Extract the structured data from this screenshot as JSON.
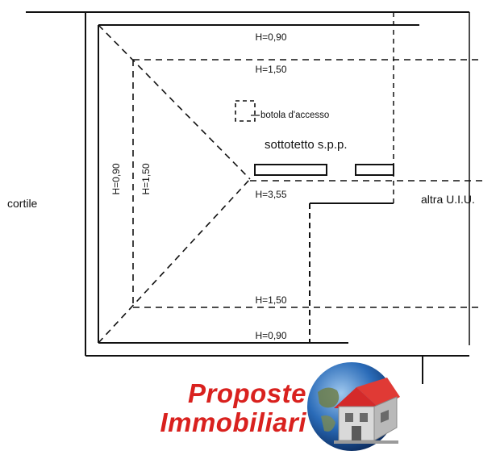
{
  "plan": {
    "labels": {
      "h_top_outer": "H=0,90",
      "h_top_inner": "H=1,50",
      "access_hatch": "botola d'accesso",
      "room_name": "sottotetto s.p.p.",
      "h_left_outer": "H=0,90",
      "h_left_inner": "H=1,50",
      "h_apex": "H=3,55",
      "courtyard": "cortile",
      "other_unit": "altra U.I.U.",
      "h_bottom_inner": "H=1,50",
      "h_bottom_outer": "H=0,90"
    }
  },
  "logo": {
    "line1": "Proposte",
    "line2": "Immobiliari",
    "brand_color": "#d9211e",
    "roof_color": "#d42a2a"
  }
}
